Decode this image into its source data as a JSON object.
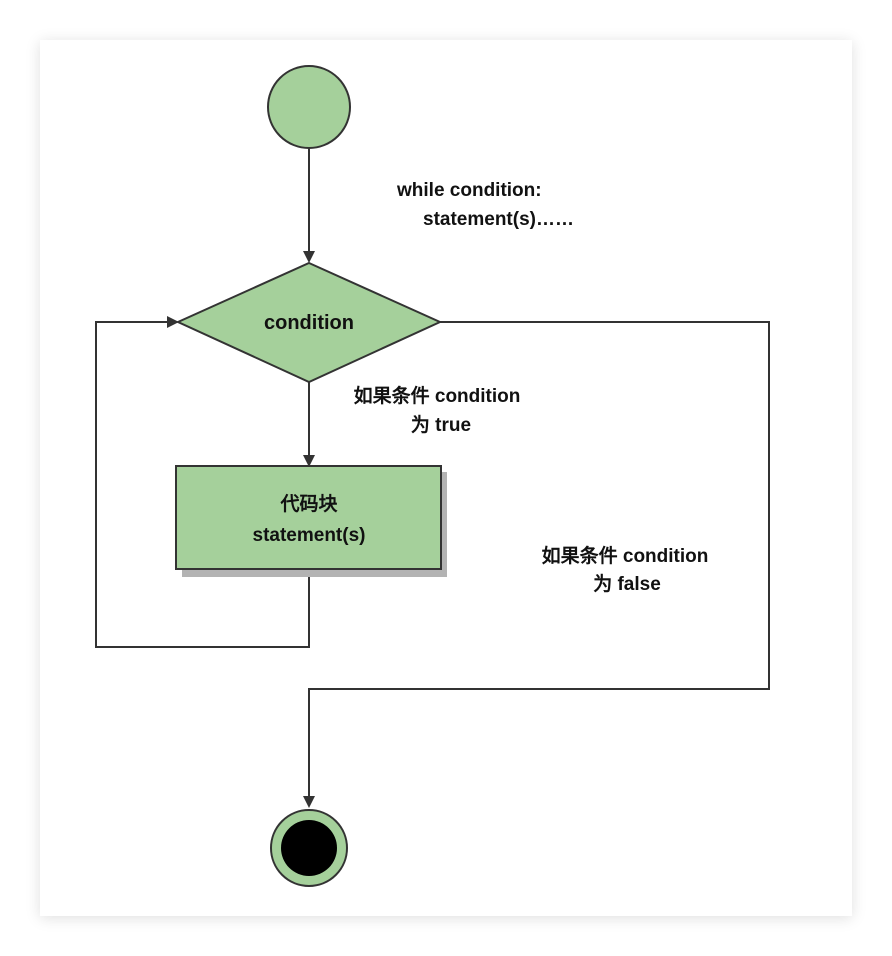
{
  "colors": {
    "node_fill": "#a5d09b",
    "node_stroke": "#333333",
    "edge": "#333333",
    "end_fill": "#000000"
  },
  "diagram": {
    "nodes": [
      {
        "id": "start",
        "shape": "circle",
        "label": ""
      },
      {
        "id": "condition",
        "shape": "diamond",
        "label": "condition"
      },
      {
        "id": "block",
        "shape": "rect",
        "label_lines": [
          "代码块",
          "statement(s)"
        ]
      },
      {
        "id": "end",
        "shape": "end-circle",
        "label": ""
      }
    ],
    "edges": [
      {
        "from": "start",
        "to": "condition",
        "label": ""
      },
      {
        "from": "condition",
        "to": "block",
        "label_lines": [
          "如果条件 condition",
          "为 true"
        ]
      },
      {
        "from": "block",
        "to": "condition",
        "label": ""
      },
      {
        "from": "condition",
        "to": "end",
        "label_lines": [
          "如果条件 condition",
          "为 false"
        ]
      }
    ],
    "annotation_lines": [
      "while condition:",
      "statement(s)……"
    ]
  }
}
